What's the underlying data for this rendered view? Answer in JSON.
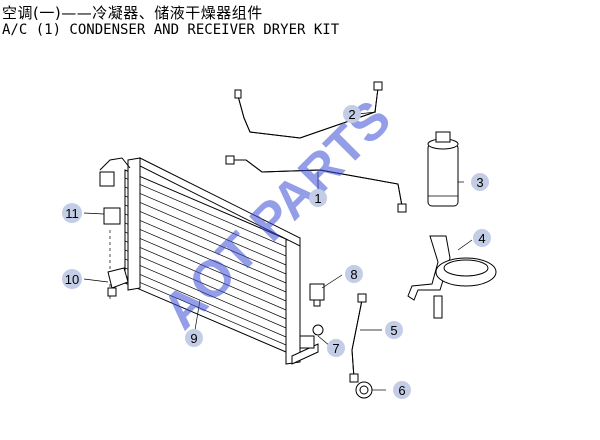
{
  "title": {
    "cn": "空调(一)——冷凝器、储液干燥器组件",
    "en": "A/C (1) CONDENSER AND RECEIVER DRYER KIT"
  },
  "watermark": "AOT PARTS",
  "callouts": [
    "1",
    "2",
    "3",
    "4",
    "5",
    "6",
    "7",
    "8",
    "9",
    "10",
    "11"
  ],
  "colors": {
    "callout_fill": "#c3cde6",
    "watermark": "#3a4dd6"
  }
}
